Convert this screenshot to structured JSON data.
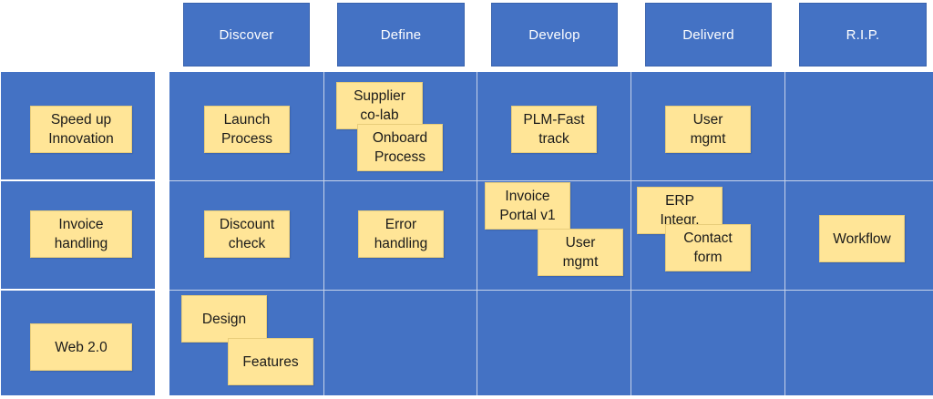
{
  "columns": [
    {
      "label": "Discover"
    },
    {
      "label": "Define"
    },
    {
      "label": "Develop"
    },
    {
      "label": "Deliverd"
    },
    {
      "label": "R.I.P."
    }
  ],
  "rows": [
    {
      "label": "Speed up\nInnovation"
    },
    {
      "label": "Invoice\nhandling"
    },
    {
      "label": "Web 2.0"
    }
  ],
  "notes": {
    "launch_process": "Launch\nProcess",
    "supplier_colab": "Supplier\nco-lab",
    "onboard_process": "Onboard\nProcess",
    "plm_fast_track": "PLM-Fast\ntrack",
    "user_mgmt_1": "User\nmgmt",
    "discount_check": "Discount\ncheck",
    "error_handling": "Error\nhandling",
    "invoice_portal": "Invoice\nPortal v1",
    "user_mgmt_2": "User\nmgmt",
    "erp_integr": "ERP\nIntegr.",
    "contact_form": "Contact\nform",
    "workflow": "Workflow",
    "design": "Design",
    "features": "Features"
  },
  "colors": {
    "board_blue": "#4472c4",
    "sticky_yellow": "#ffe597",
    "grid_line": "#c7d3ea"
  }
}
